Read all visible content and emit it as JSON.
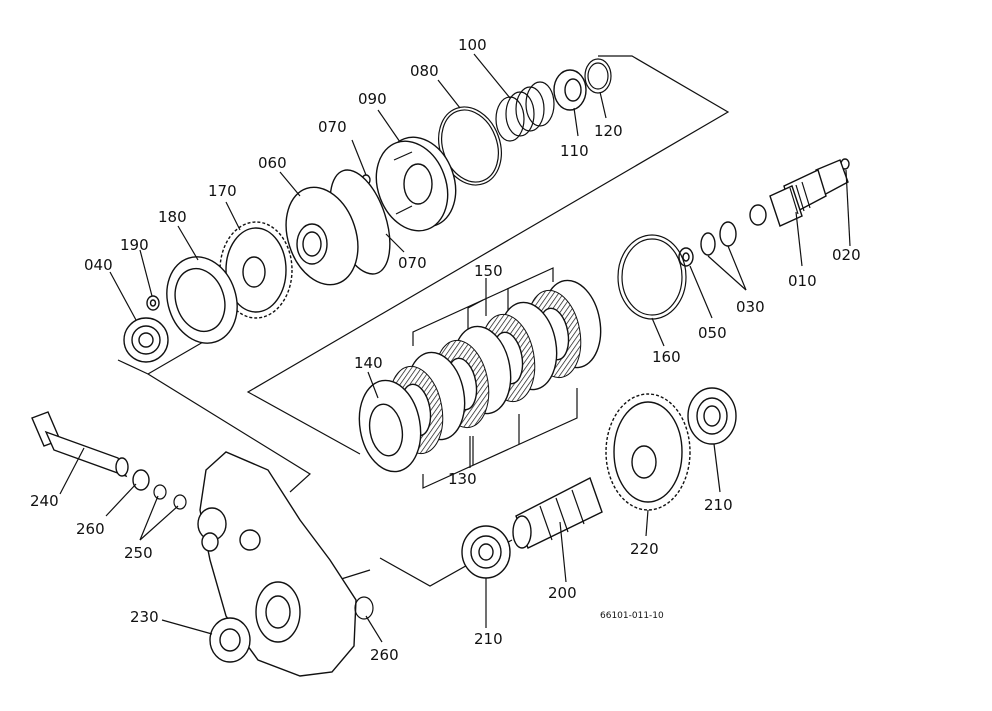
{
  "diagram": {
    "figure_code": "66101-011-10",
    "part_labels": [
      {
        "id": "p010",
        "text": "010"
      },
      {
        "id": "p020",
        "text": "020"
      },
      {
        "id": "p030",
        "text": "030"
      },
      {
        "id": "p040",
        "text": "040"
      },
      {
        "id": "p050",
        "text": "050"
      },
      {
        "id": "p060",
        "text": "060"
      },
      {
        "id": "p070a",
        "text": "070"
      },
      {
        "id": "p070b",
        "text": "070"
      },
      {
        "id": "p080",
        "text": "080"
      },
      {
        "id": "p090",
        "text": "090"
      },
      {
        "id": "p100",
        "text": "100"
      },
      {
        "id": "p110",
        "text": "110"
      },
      {
        "id": "p120",
        "text": "120"
      },
      {
        "id": "p130",
        "text": "130"
      },
      {
        "id": "p140",
        "text": "140"
      },
      {
        "id": "p150",
        "text": "150"
      },
      {
        "id": "p160",
        "text": "160"
      },
      {
        "id": "p170",
        "text": "170"
      },
      {
        "id": "p180",
        "text": "180"
      },
      {
        "id": "p190",
        "text": "190"
      },
      {
        "id": "p200",
        "text": "200"
      },
      {
        "id": "p210a",
        "text": "210"
      },
      {
        "id": "p210b",
        "text": "210"
      },
      {
        "id": "p220",
        "text": "220"
      },
      {
        "id": "p230",
        "text": "230"
      },
      {
        "id": "p240",
        "text": "240"
      },
      {
        "id": "p250",
        "text": "250"
      },
      {
        "id": "p260a",
        "text": "260"
      },
      {
        "id": "p260b",
        "text": "260"
      }
    ]
  }
}
